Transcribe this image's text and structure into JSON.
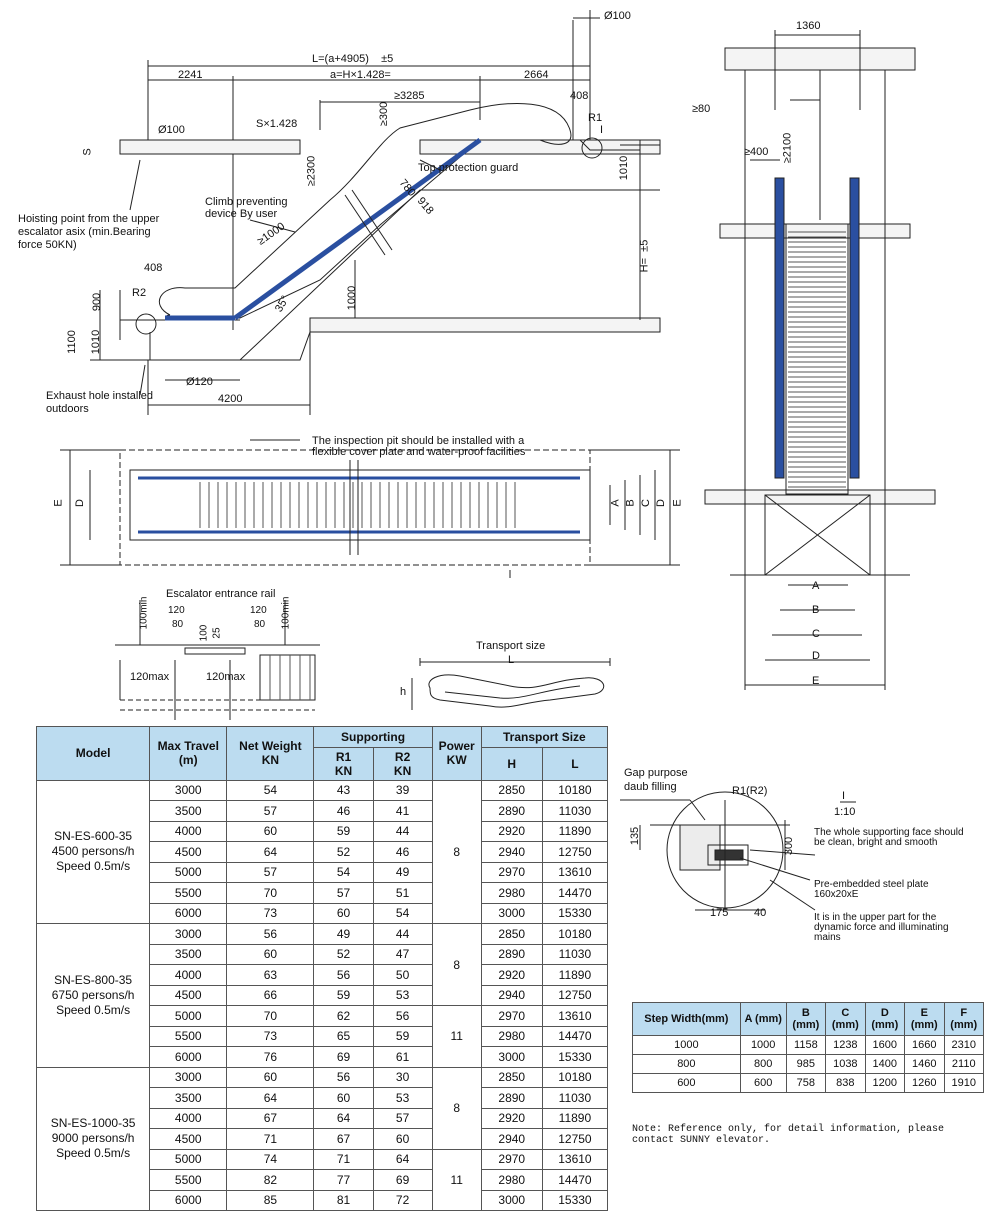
{
  "side_view": {
    "total_length": "L=(a+4905)",
    "tolerance1": "±5",
    "a_formula": "a=H×1.428=",
    "dim_2241": "2241",
    "dim_2664": "2664",
    "dim_408_top": "408",
    "dim_3285": "≥3285",
    "dim_300": "≥300",
    "dim_2300": "≥2300",
    "s_formula": "S×1.428",
    "s_label": "S",
    "dia_100_left": "Ø100",
    "dia_100_top": "Ø100",
    "r1": "R1",
    "r1_mark": "I",
    "dim_1010_right": "1010",
    "top_guard": "Top protection guard",
    "dim_780": "780",
    "dim_918": "918",
    "climb": "Climb preventing device By user",
    "dim_1000_diag": "≥1000",
    "h_label": "H=",
    "h_tol": "±5",
    "hoisting": "Hoisting point from the upper escalator asix (min.Bearing force 50KN)",
    "dim_408_left": "408",
    "dim_900": "900",
    "r2": "R2",
    "dim_1100": "1100",
    "dim_1010_left": "1010",
    "angle": "35°",
    "dim_1000": "1000",
    "dia_120": "Ø120",
    "exhaust": "Exhaust hole installed outdoors",
    "dim_4200": "4200"
  },
  "plan_view": {
    "note": "The inspection pit should be installed with a flexible cover plate and water-proof facilities",
    "labels_left": [
      "E",
      "D"
    ],
    "labels_right": [
      "A",
      "B",
      "C",
      "D",
      "E"
    ]
  },
  "end_view": {
    "dim_1360": "1360",
    "dim_80": "≥80",
    "dim_2100": "≥2100",
    "dim_400": "≥400",
    "bottom_labels": [
      "A",
      "B",
      "C",
      "D",
      "E"
    ]
  },
  "entrance": {
    "title": "Escalator entrance rail",
    "dims": [
      "120",
      "80",
      "100",
      "25",
      "120",
      "80",
      "100min",
      "100min",
      "120max",
      "120max"
    ]
  },
  "transport": {
    "title": "Transport size",
    "l": "L",
    "h": "h"
  },
  "gap_detail": {
    "title": "Gap purpose daub filling",
    "r": "R1(R2)",
    "scale_mark": "I",
    "scale": "1:10",
    "note1": "The whole supporting face should be clean, bright and smooth",
    "dim_300": "300",
    "dim_135": "135",
    "plate": "Pre-embedded steel plate 160x20xE",
    "upper": "It is in the upper part for the dynamic force and illuminating mains",
    "dim_175": "175",
    "dim_40": "40"
  },
  "spec_table": {
    "headers": {
      "model": "Model",
      "max_travel": "Max Travel",
      "max_travel_unit": "(m)",
      "net_weight": "Net Weight",
      "net_weight_unit": "KN",
      "supporting": "Supporting",
      "r1": "R1",
      "r1_unit": "KN",
      "r2": "R2",
      "r2_unit": "KN",
      "power": "Power",
      "power_unit": "KW",
      "transport": "Transport Size",
      "h": "H",
      "l": "L"
    },
    "groups": [
      {
        "model": [
          "SN-ES-600-35",
          "4500 persons/h",
          "Speed 0.5m/s"
        ],
        "powers": [
          {
            "value": "8",
            "rows": 7
          }
        ],
        "rows": [
          [
            "3000",
            "54",
            "43",
            "39",
            "2850",
            "10180"
          ],
          [
            "3500",
            "57",
            "46",
            "41",
            "2890",
            "11030"
          ],
          [
            "4000",
            "60",
            "59",
            "44",
            "2920",
            "11890"
          ],
          [
            "4500",
            "64",
            "52",
            "46",
            "2940",
            "12750"
          ],
          [
            "5000",
            "57",
            "54",
            "49",
            "2970",
            "13610"
          ],
          [
            "5500",
            "70",
            "57",
            "51",
            "2980",
            "14470"
          ],
          [
            "6000",
            "73",
            "60",
            "54",
            "3000",
            "15330"
          ]
        ]
      },
      {
        "model": [
          "SN-ES-800-35",
          "6750 persons/h",
          "Speed 0.5m/s"
        ],
        "powers": [
          {
            "value": "8",
            "rows": 4
          },
          {
            "value": "11",
            "rows": 3
          }
        ],
        "rows": [
          [
            "3000",
            "56",
            "49",
            "44",
            "2850",
            "10180"
          ],
          [
            "3500",
            "60",
            "52",
            "47",
            "2890",
            "11030"
          ],
          [
            "4000",
            "63",
            "56",
            "50",
            "2920",
            "11890"
          ],
          [
            "4500",
            "66",
            "59",
            "53",
            "2940",
            "12750"
          ],
          [
            "5000",
            "70",
            "62",
            "56",
            "2970",
            "13610"
          ],
          [
            "5500",
            "73",
            "65",
            "59",
            "2980",
            "14470"
          ],
          [
            "6000",
            "76",
            "69",
            "61",
            "3000",
            "15330"
          ]
        ]
      },
      {
        "model": [
          "SN-ES-1000-35",
          "9000 persons/h",
          "Speed 0.5m/s"
        ],
        "powers": [
          {
            "value": "8",
            "rows": 4
          },
          {
            "value": "11",
            "rows": 3
          }
        ],
        "rows": [
          [
            "3000",
            "60",
            "56",
            "30",
            "2850",
            "10180"
          ],
          [
            "3500",
            "64",
            "60",
            "53",
            "2890",
            "11030"
          ],
          [
            "4000",
            "67",
            "64",
            "57",
            "2920",
            "11890"
          ],
          [
            "4500",
            "71",
            "67",
            "60",
            "2940",
            "12750"
          ],
          [
            "5000",
            "74",
            "71",
            "64",
            "2970",
            "13610"
          ],
          [
            "5500",
            "82",
            "77",
            "69",
            "2980",
            "14470"
          ],
          [
            "6000",
            "85",
            "81",
            "72",
            "3000",
            "15330"
          ]
        ]
      }
    ]
  },
  "width_table": {
    "headers": [
      "Step Width(mm)",
      "A (mm)",
      "B (mm)",
      "C (mm)",
      "D (mm)",
      "E (mm)",
      "F (mm)"
    ],
    "rows": [
      [
        "1000",
        "1000",
        "1158",
        "1238",
        "1600",
        "1660",
        "2310"
      ],
      [
        "800",
        "800",
        "985",
        "1038",
        "1400",
        "1460",
        "2110"
      ],
      [
        "600",
        "600",
        "758",
        "838",
        "1200",
        "1260",
        "1910"
      ]
    ]
  },
  "note": "Note: Reference only, for detail information, please contact SUNNY elevator.",
  "colors": {
    "header_bg": "#bcdcf0",
    "blue": "#2a4fa0"
  }
}
